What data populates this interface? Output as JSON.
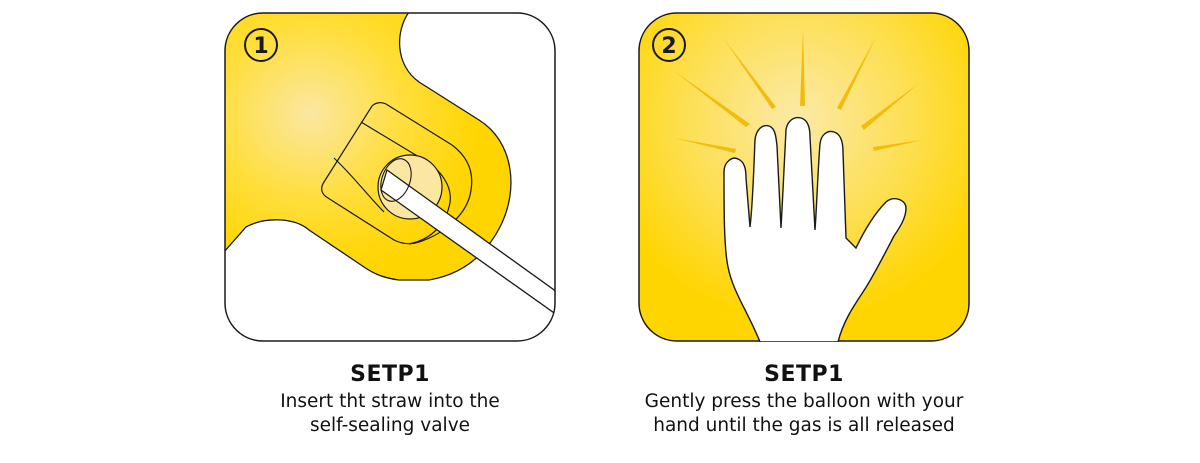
{
  "steps": [
    {
      "number": "1",
      "title": "SETP1",
      "description_lines": [
        "Insert tht straw into the",
        "self-sealing valve"
      ],
      "illustration": "straw-into-valve-icon"
    },
    {
      "number": "2",
      "title": "SETP1",
      "description_lines": [
        "Gently press the balloon with your",
        "hand until the gas is all released"
      ],
      "illustration": "hand-press-icon"
    }
  ],
  "colors": {
    "yellow": "#FFD500",
    "yellow_light": "#FBE7A2",
    "outline": "#1a1a1a",
    "background": "#FFFFFF"
  }
}
